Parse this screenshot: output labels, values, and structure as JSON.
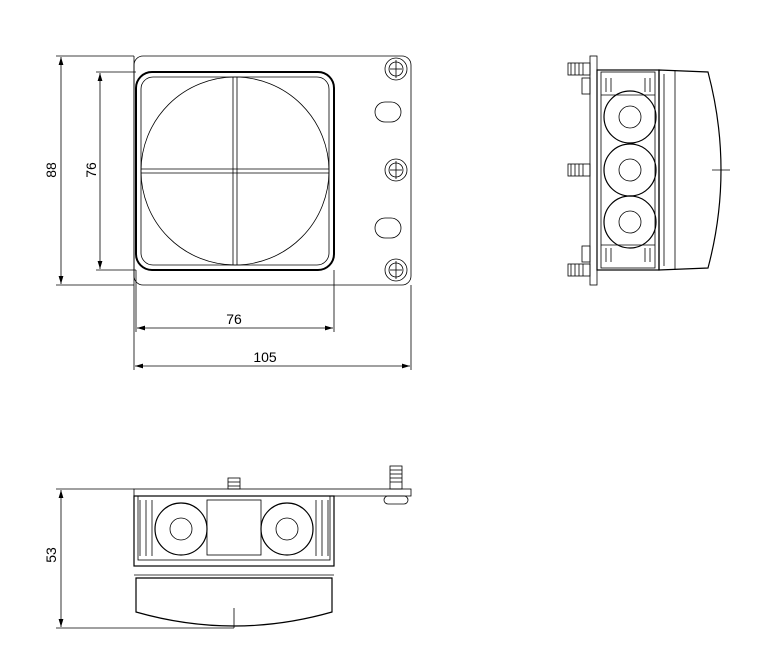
{
  "dimensions": {
    "front_height_outer": "88",
    "front_height_inner": "76",
    "front_width_inner": "76",
    "front_width_outer": "105",
    "bottom_height": "53"
  },
  "colors": {
    "line": "#000000",
    "background": "#ffffff"
  }
}
